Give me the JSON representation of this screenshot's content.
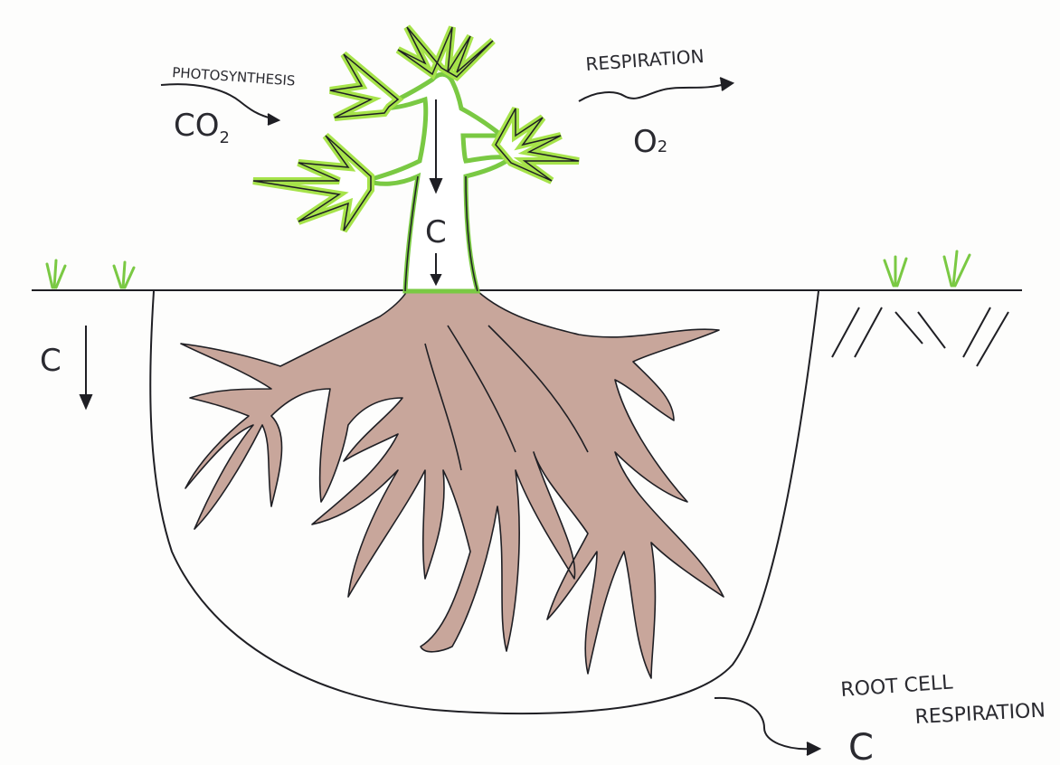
{
  "labels": {
    "photosynthesis": "PHOTOSYNTHESIS",
    "co2_main": "CO",
    "co2_sub": "2",
    "respiration": "RESPIRATION",
    "o2_main": "O",
    "o2_sub": "2",
    "carbon_stem": "C",
    "carbon_soil": "C",
    "root_respiration_line1": "ROOT  CELL",
    "root_respiration_line2": "RESPIRATION",
    "carbon_out": "C"
  },
  "colors": {
    "leaf_glow": "#a6e34a",
    "leaf_fill": "#ffffff",
    "root_fill": "#c8a69b",
    "ink": "#1f1f24",
    "grass": "#7ac943"
  },
  "icons": {
    "arrow_in": "wavy-arrow-icon",
    "arrow_out": "wavy-arrow-icon",
    "arrow_down": "arrow-down-icon"
  }
}
